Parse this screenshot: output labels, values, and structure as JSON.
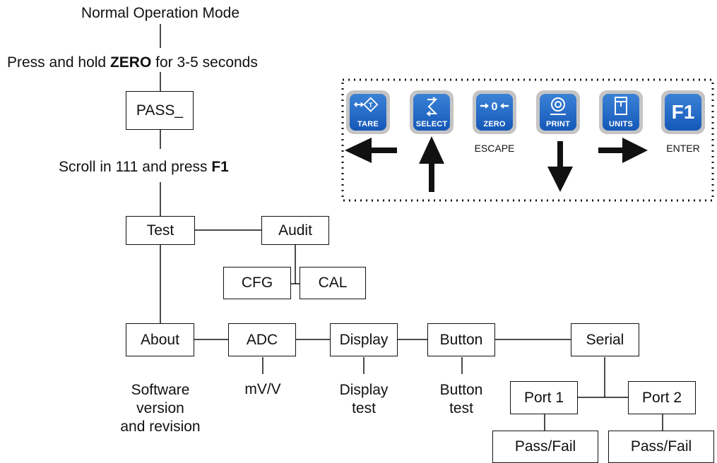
{
  "header": {
    "mode": "Normal Operation Mode",
    "press_pre": "Press and hold ",
    "press_key": "ZERO",
    "press_post": " for 3-5 seconds",
    "pass_box": "PASS_",
    "scroll_pre": "Scroll in 111 and press ",
    "scroll_key": "F1"
  },
  "nodes": {
    "test": "Test",
    "audit": "Audit",
    "cfg": "CFG",
    "cal": "CAL",
    "about": "About",
    "adc": "ADC",
    "display": "Display",
    "button": "Button",
    "serial": "Serial",
    "port1": "Port 1",
    "port2": "Port 2",
    "pass_fail_1": "Pass/Fail",
    "pass_fail_2": "Pass/Fail"
  },
  "descriptions": {
    "about_1": "Software",
    "about_2": "version",
    "about_3": "and revision",
    "adc": "mV/V",
    "display_1": "Display",
    "display_2": "test",
    "button_1": "Button",
    "button_2": "test"
  },
  "keypad": {
    "keys": [
      {
        "label": "TARE",
        "icon": "tare-icon"
      },
      {
        "label": "SELECT",
        "icon": "select-icon"
      },
      {
        "label": "ZERO",
        "icon": "zero-icon",
        "below": "ESCAPE"
      },
      {
        "label": "PRINT",
        "icon": "print-icon"
      },
      {
        "label": "UNITS",
        "icon": "units-icon"
      },
      {
        "label": "F1",
        "icon": "f1-icon",
        "below": "ENTER"
      }
    ],
    "arrows": [
      "left",
      "up",
      "down",
      "right"
    ],
    "key_color": "#1f66c4",
    "bezel_color": "#c4c4c4"
  }
}
